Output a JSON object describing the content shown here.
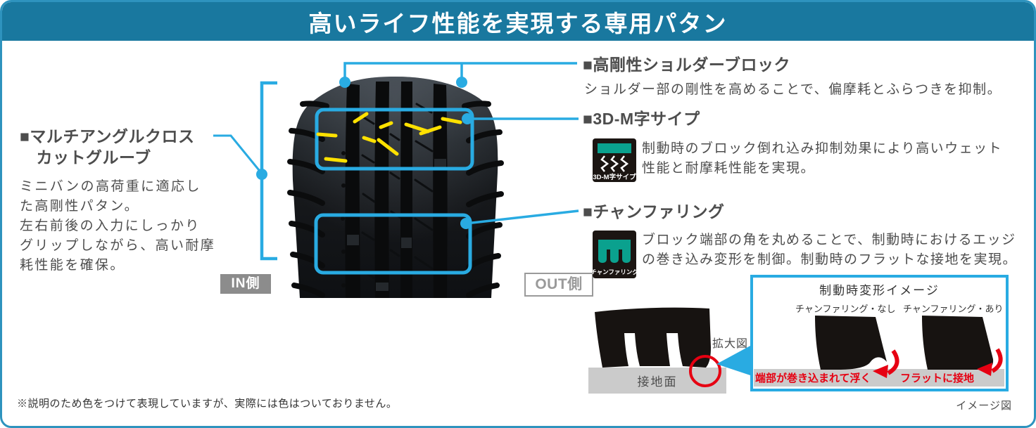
{
  "header": {
    "title": "高いライフ性能を実現する専用パタン"
  },
  "left_feature": {
    "title": "■マルチアングルクロス\n　カットグルーブ",
    "body": "ミニバンの高荷重に適応し\nた高剛性パタン。\n左右前後の入力にしっかり\nグリップしながら、高い耐摩\n耗性能を確保。"
  },
  "tire": {
    "in_label": "IN側",
    "out_label": "OUT側"
  },
  "features": {
    "shoulder": {
      "title": "■高剛性ショルダーブロック",
      "body": "ショルダー部の剛性を高めることで、偏摩耗とふらつきを抑制。"
    },
    "sipe": {
      "title": "■3D-M字サイプ",
      "icon_label": "3D-M字サイプ",
      "body": "制動時のブロック倒れ込み抑制効果により高いウェット\n性能と耐摩耗性能を実現。"
    },
    "chamfering": {
      "title": "■チャンファリング",
      "icon_label": "チャンファリング",
      "body": "ブロック端部の角を丸めることで、制動時におけるエッジ\nの巻き込み変形を制御。制動時のフラットな接地を実現。"
    }
  },
  "zoom_diagram": {
    "zoom_label": "拡大図",
    "ground_label": "接地面"
  },
  "deformation_box": {
    "title": "制動時変形イメージ",
    "label_without": "チャンファリング・なし",
    "label_with": "チャンファリング・あり",
    "caption_without": "端部が巻き込まれて浮く",
    "caption_with": "フラットに接地"
  },
  "footnotes": {
    "color_note": "※説明のため色をつけて表現していますが、実際には色はついておりません。",
    "image_note": "イメージ図"
  },
  "colors": {
    "header_bg": "#19789F",
    "accent_blue": "#29ABE2",
    "teal": "#0AA18E",
    "yellow": "#FFE100",
    "red": "#E60012",
    "label_gray": "#8C8C8C",
    "text_gray": "#4D4D4D"
  }
}
